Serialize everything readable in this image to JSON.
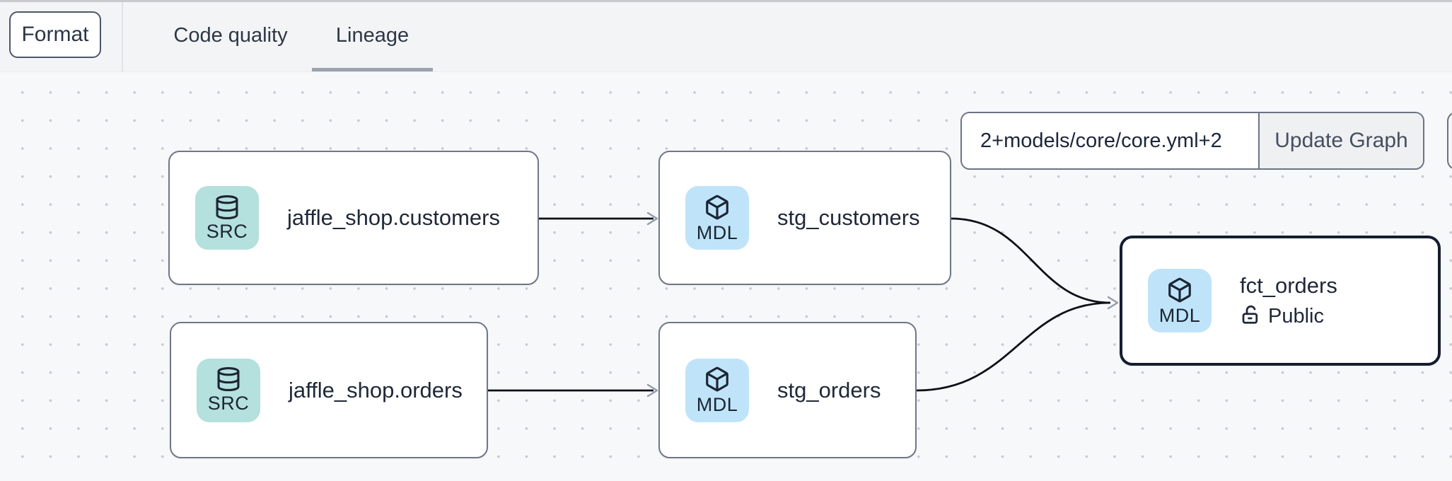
{
  "topbar": {
    "format_label": "Format",
    "tabs": [
      {
        "label": "Code quality",
        "active": false
      },
      {
        "label": "Lineage",
        "active": true
      }
    ]
  },
  "controls": {
    "selector_value": "2+models/core/core.yml+2",
    "update_button_label": "Update Graph"
  },
  "graph": {
    "nodes": [
      {
        "id": "jaffle_shop.customers",
        "title": "jaffle_shop.customers",
        "badge": "SRC",
        "icon": "database-icon",
        "type": "source"
      },
      {
        "id": "stg_customers",
        "title": "stg_customers",
        "badge": "MDL",
        "icon": "cube-icon",
        "type": "model"
      },
      {
        "id": "jaffle_shop.orders",
        "title": "jaffle_shop.orders",
        "badge": "SRC",
        "icon": "database-icon",
        "type": "source"
      },
      {
        "id": "stg_orders",
        "title": "stg_orders",
        "badge": "MDL",
        "icon": "cube-icon",
        "type": "model"
      },
      {
        "id": "fct_orders",
        "title": "fct_orders",
        "badge": "MDL",
        "icon": "cube-icon",
        "type": "model",
        "access": "Public",
        "selected": true
      }
    ],
    "edges": [
      {
        "from": "jaffle_shop.customers",
        "to": "stg_customers"
      },
      {
        "from": "jaffle_shop.orders",
        "to": "stg_orders"
      },
      {
        "from": "stg_customers",
        "to": "fct_orders"
      },
      {
        "from": "stg_orders",
        "to": "fct_orders"
      }
    ]
  },
  "colors": {
    "source_icon_bg": "#b4e0dd",
    "model_icon_bg": "#bfe4f9",
    "node_border": "#6f7787",
    "selected_node_border": "#141e2e",
    "edge": "#0d1117",
    "arrowhead": "#939cab",
    "tab_underline": "#9aa2ae",
    "topbar_bg": "#f3f4f5",
    "canvas_bg": "#f7f8fa"
  }
}
